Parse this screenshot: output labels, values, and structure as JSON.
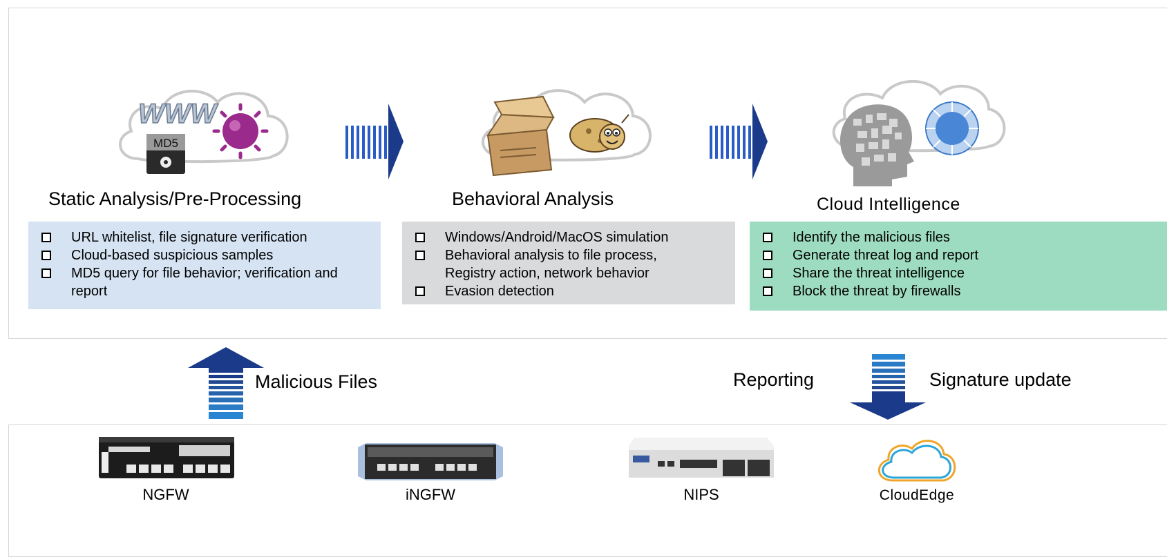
{
  "stages": [
    {
      "title": "Static Analysis/Pre-Processing",
      "icon_text": "WWW",
      "badge_text": "MD5",
      "items": [
        "URL whitelist, file signature verification",
        "Cloud-based suspicious samples",
        "MD5  query for file behavior; verification and report"
      ],
      "box_color": "#d5e3f3"
    },
    {
      "title": "Behavioral Analysis",
      "items": [
        "Windows/Android/MacOS simulation",
        "Behavioral analysis to file process, Registry action, network behavior",
        "Evasion detection"
      ],
      "box_color": "#d9dadc"
    },
    {
      "title": "Cloud Intelligence",
      "items": [
        "Identify the malicious files",
        "Generate threat log and report",
        "Share the threat intelligence",
        "Block the threat by firewalls"
      ],
      "box_color": "#9edcc1"
    }
  ],
  "flows": {
    "up_label": "Malicious Files",
    "down_left_label": "Reporting",
    "down_right_label": "Signature update"
  },
  "devices": [
    {
      "label": "NGFW"
    },
    {
      "label": "iNGFW"
    },
    {
      "label": "NIPS"
    },
    {
      "label": "CloudEdge"
    }
  ],
  "colors": {
    "arrow_dark": "#1b3a8a",
    "arrow_light": "#2a7cc7",
    "cloud_outline": "#c9c9c9",
    "cloudedge_stroke": "#2aa6d9",
    "cloudedge_fill_stroke": "#f0a52a"
  }
}
